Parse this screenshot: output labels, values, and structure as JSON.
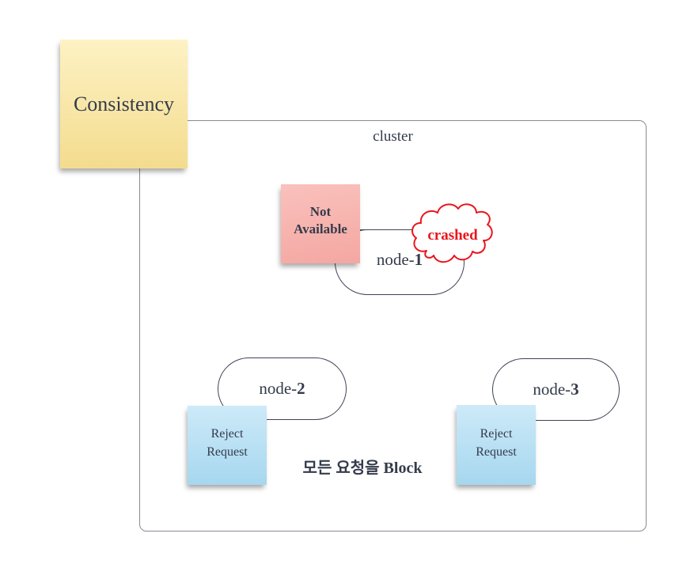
{
  "colors": {
    "ink": "#343b4b",
    "node_border": "#3f4557",
    "cluster_border": "#878b93",
    "alert_red": "#e9151c",
    "note_yellow_top": "#fdf2c4",
    "note_yellow_bottom": "#f4dc8e",
    "note_pink_top": "#fac1bc",
    "note_pink_bottom": "#f4a7a2",
    "note_blue_top": "#cdeaf8",
    "note_blue_bottom": "#a6d7ef"
  },
  "labels": {
    "consistency_note": "Consistency",
    "cluster": "cluster",
    "not_available_note": "Not Available",
    "crashed": "crashed",
    "reject_request_note": "Reject Request",
    "block_caption": "모든 요청을 Block"
  },
  "nodes": [
    {
      "prefix": "node-",
      "number": "1"
    },
    {
      "prefix": "node-",
      "number": "2"
    },
    {
      "prefix": "node-",
      "number": "3"
    }
  ]
}
